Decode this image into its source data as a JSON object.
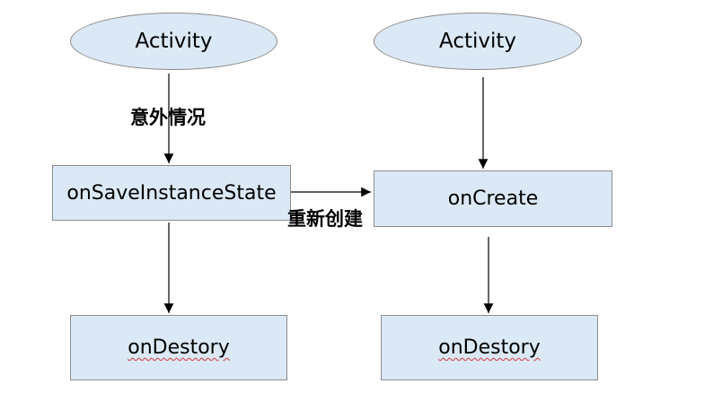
{
  "left_column": {
    "start": "Activity",
    "save_state": "onSaveInstanceState",
    "destroy": "onDestory",
    "edge_label": "意外情况"
  },
  "right_column": {
    "start": "Activity",
    "create": "onCreate",
    "destroy": "onDestory"
  },
  "cross_edge_label": "重新创建",
  "colors": {
    "node_fill": "#dbe8f5",
    "node_border": "#8c8c8c",
    "arrow": "#000000",
    "spellcheck_underline": "#d23a3a"
  }
}
